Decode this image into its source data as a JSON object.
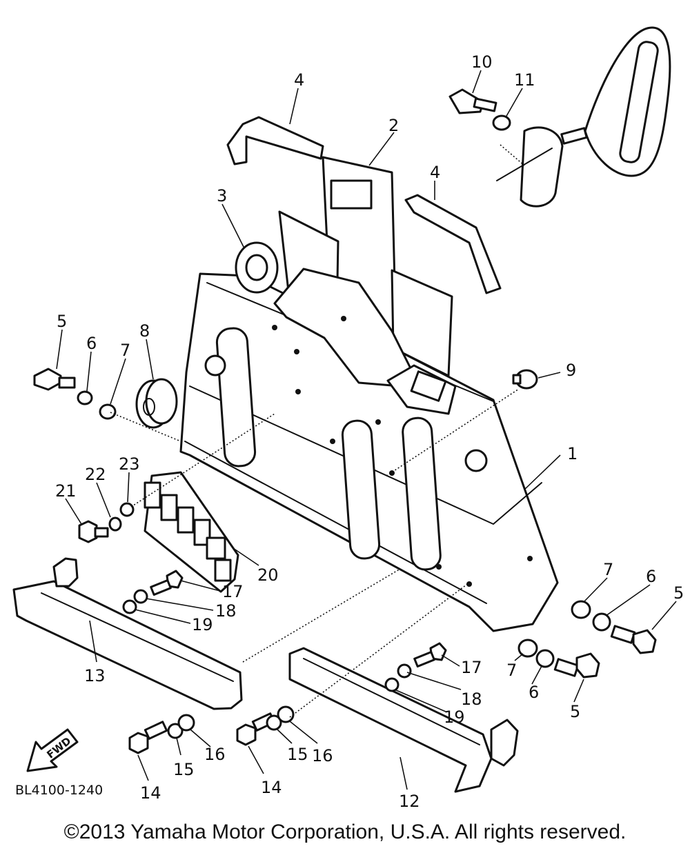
{
  "diagram": {
    "callouts": [
      "1",
      "2",
      "3",
      "4",
      "4",
      "5",
      "6",
      "7",
      "8",
      "9",
      "10",
      "11",
      "17",
      "18",
      "19",
      "20",
      "21",
      "22",
      "23",
      "13",
      "14",
      "15",
      "16",
      "14",
      "15",
      "16",
      "12",
      "17",
      "18",
      "19",
      "7",
      "6",
      "5",
      "7",
      "6",
      "5"
    ],
    "drawing_code": "BL4100-1240",
    "direction_label": "FWD"
  },
  "footer": {
    "copyright": "©2013 Yamaha Motor Corporation, U.S.A. All rights reserved."
  }
}
